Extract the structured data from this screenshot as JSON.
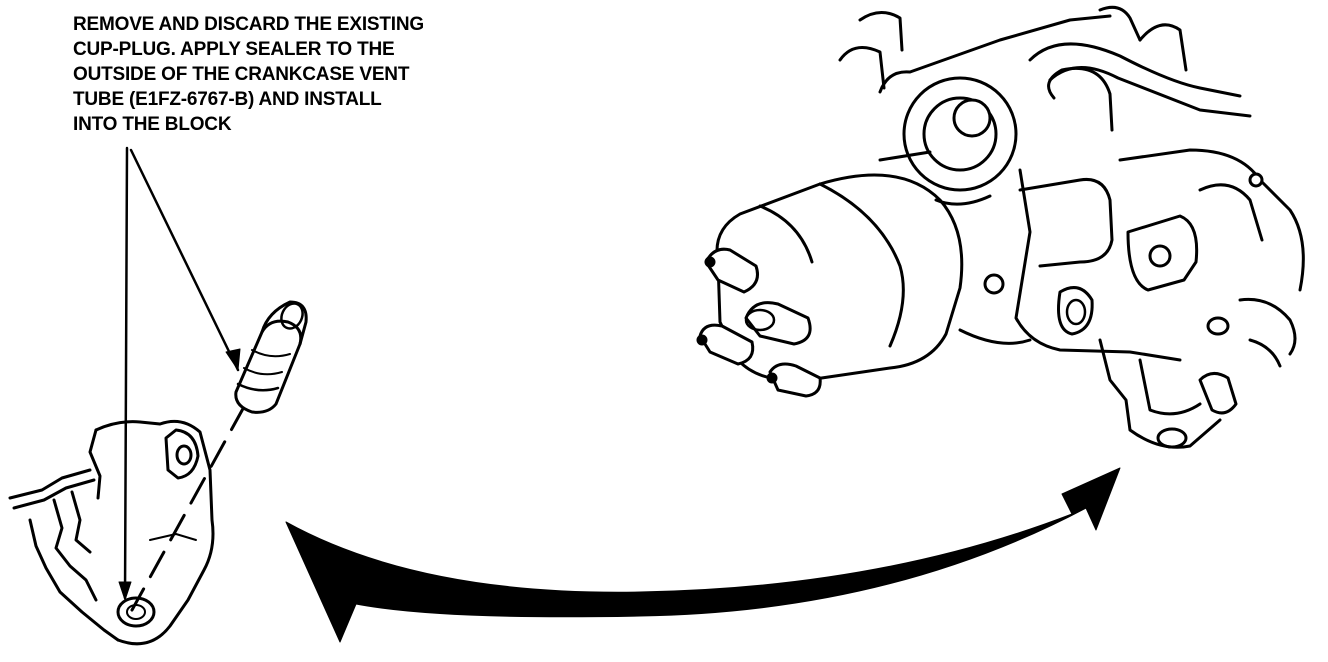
{
  "callout": {
    "lines": [
      "REMOVE AND DISCARD THE EXISTING",
      "CUP-PLUG. APPLY SEALER TO THE",
      "OUTSIDE OF THE CRANKCASE VENT",
      "TUBE (E1FZ-6767-B) AND INSTALL",
      "INTO THE BLOCK"
    ]
  },
  "colors": {
    "ink": "#000000",
    "paper": "#ffffff"
  },
  "icons": {
    "vent_tube": "vent-tube-icon",
    "block_detail": "engine-block-detail-icon",
    "engine": "engine-assembly-icon",
    "arrow": "curved-arrow-icon"
  }
}
